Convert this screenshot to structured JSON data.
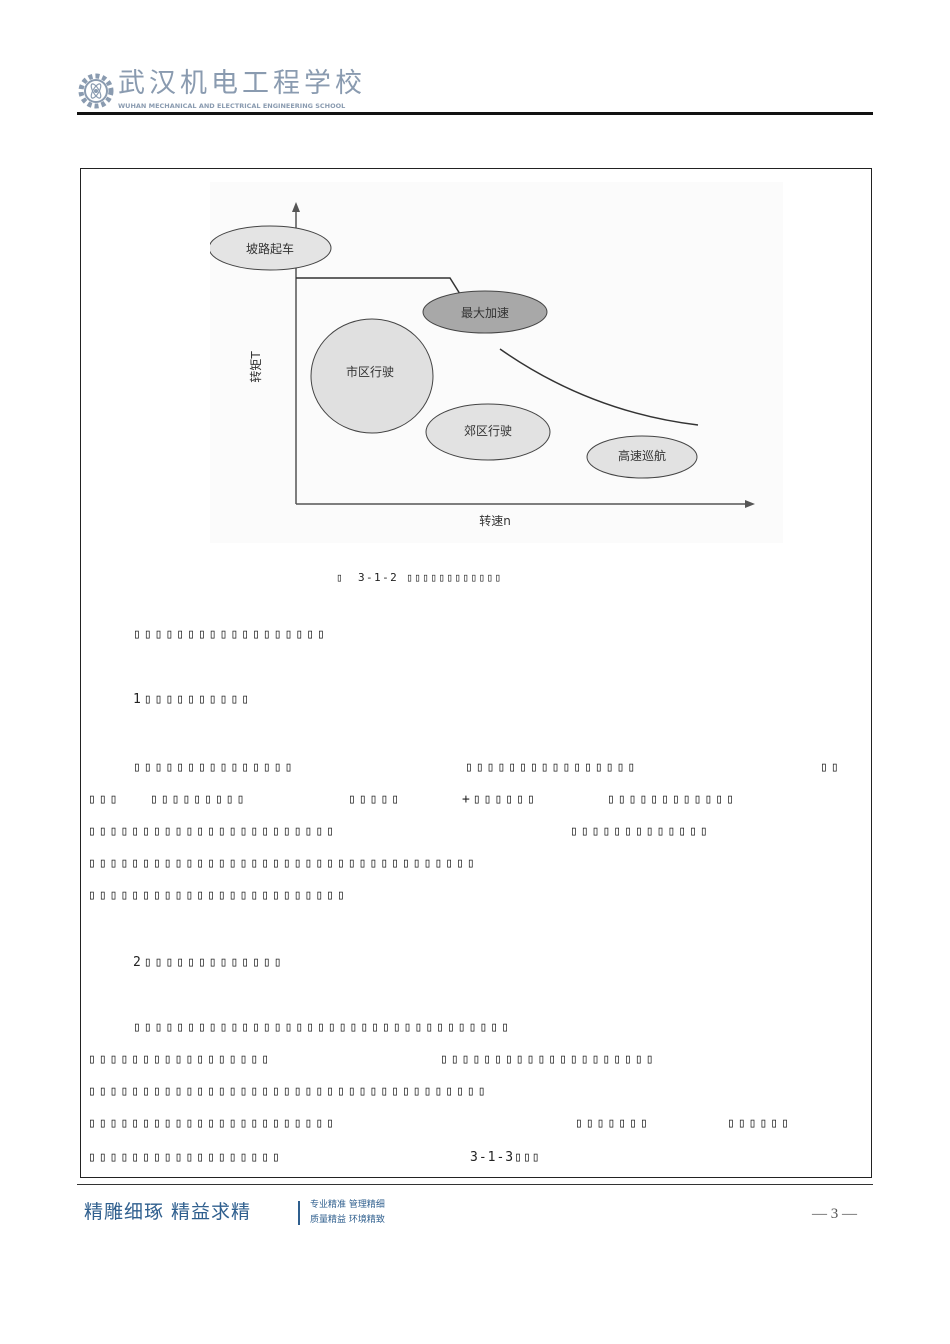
{
  "header": {
    "school_cn": "武汉机电工程学校",
    "school_en": "WUHAN MECHANICAL AND ELECTRICAL ENGINEERING SCHOOL"
  },
  "figure": {
    "y_axis_label": "转矩T",
    "x_axis_label": "转速n",
    "regions": [
      "坡路起车",
      "最大加速",
      "市区行驶",
      "郊区行驶",
      "高速巡航"
    ],
    "caption_prefix": "▯",
    "caption": "3-1-2 ▯▯▯▯▯▯▯▯▯▯▯▯"
  },
  "body": {
    "l1": "▯▯▯▯▯▯▯▯▯▯▯▯▯▯▯▯▯▯",
    "h1": "1▯▯▯▯▯▯▯▯▯▯",
    "p1a": "▯▯▯▯▯▯▯▯▯▯▯▯▯▯▯",
    "p1b": "▯▯▯▯▯▯▯▯▯▯▯▯▯▯▯▯",
    "p1c": "▯▯",
    "p2a": "▯▯▯",
    "p2b": "▯▯▯▯▯▯▯▯▯",
    "p2c": "▯▯▯▯▯",
    "p2d": "+▯▯▯▯▯▯",
    "p2e": "▯▯▯▯▯▯▯▯▯▯▯▯",
    "p3a": "▯▯▯▯▯▯▯▯▯▯▯▯▯▯▯▯▯▯▯▯▯▯▯",
    "p3b": "▯▯▯▯▯▯▯▯▯▯▯▯▯",
    "p4": "▯▯▯▯▯▯▯▯▯▯▯▯▯▯▯▯▯▯▯▯▯▯▯▯▯▯▯▯▯▯▯▯▯▯▯▯",
    "p5": "▯▯▯▯▯▯▯▯▯▯▯▯▯▯▯▯▯▯▯▯▯▯▯▯",
    "h2": "2▯▯▯▯▯▯▯▯▯▯▯▯▯",
    "q1": "▯▯▯▯▯▯▯▯▯▯▯▯▯▯▯▯▯▯▯▯▯▯▯▯▯▯▯▯▯▯▯▯▯▯▯",
    "q2a": "▯▯▯▯▯▯▯▯▯▯▯▯▯▯▯▯▯",
    "q2b": "▯▯▯▯▯▯▯▯▯▯▯▯▯▯▯▯▯▯▯▯",
    "q3": "▯▯▯▯▯▯▯▯▯▯▯▯▯▯▯▯▯▯▯▯▯▯▯▯▯▯▯▯▯▯▯▯▯▯▯▯▯",
    "q4a": "▯▯▯▯▯▯▯▯▯▯▯▯▯▯▯▯▯▯▯▯▯▯▯",
    "q4b": "▯▯▯▯▯▯▯",
    "q4c": "▯▯▯▯▯▯",
    "q5a": "▯▯▯▯▯▯▯▯▯▯▯▯▯▯▯▯▯▯",
    "q5b": "3-1-3▯▯▯"
  },
  "footer": {
    "slogan": "精雕细琢  精益求精",
    "sub1": "专业精准 管理精细",
    "sub2": "质量精益 环境精致",
    "page": "— 3 —"
  },
  "colors": {
    "accent": "#2f5f8e",
    "logo": "#8a9bb0"
  }
}
